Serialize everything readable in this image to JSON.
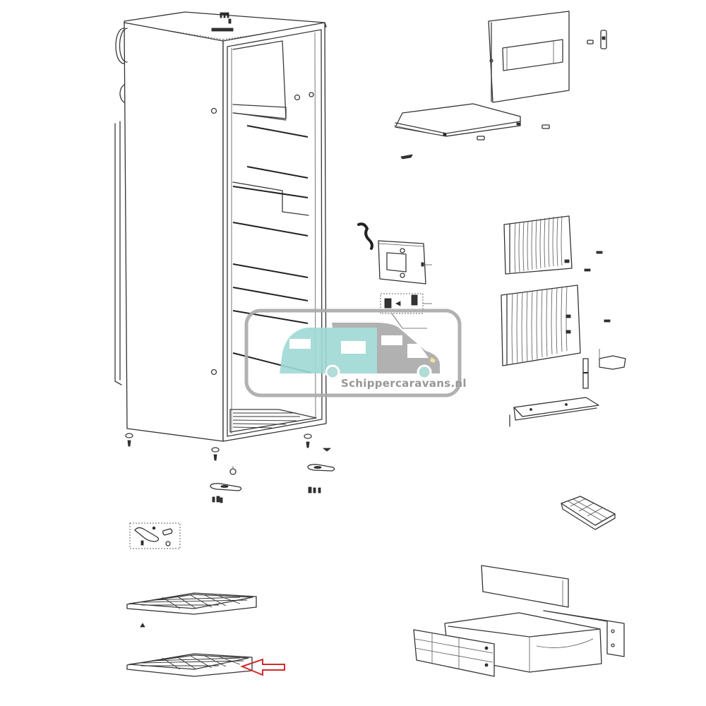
{
  "diagram": {
    "title": "Refrigerator exploded parts view",
    "colors": {
      "line": "#333333",
      "watermark_grey": "#a9a9a9",
      "watermark_teal": "#9fd9d4",
      "watermark_headlight": "#f3e08a",
      "highlight_arrow": "#d12b2b",
      "background": "#ffffff"
    },
    "parts": [
      {
        "id": "cabinet",
        "label": "Refrigerator cabinet (open front)"
      },
      {
        "id": "freezer-door",
        "label": "Freezer compartment door"
      },
      {
        "id": "freezer-tray",
        "label": "Freezer drip tray"
      },
      {
        "id": "door-hinge-clip",
        "label": "Hinge clip"
      },
      {
        "id": "control-box",
        "label": "Control / thermostat housing"
      },
      {
        "id": "switch-kit",
        "label": "Switch kit (dashed group)"
      },
      {
        "id": "vent-grille-upper",
        "label": "Upper ventilation grille"
      },
      {
        "id": "vent-grille-lower",
        "label": "Lower ventilation grille"
      },
      {
        "id": "mounting-bracket",
        "label": "Mounting bracket"
      },
      {
        "id": "bottom-rail",
        "label": "Bottom rail"
      },
      {
        "id": "feet-screws",
        "label": "Feet and screws"
      },
      {
        "id": "hinge-plates",
        "label": "Hinge plates"
      },
      {
        "id": "hinge-kit",
        "label": "Hinge kit (dashed group)"
      },
      {
        "id": "shelf-upper",
        "label": "Wire shelf"
      },
      {
        "id": "shelf-lower",
        "label": "Wire shelf (highlighted)"
      },
      {
        "id": "ice-tray",
        "label": "Ice cube tray"
      },
      {
        "id": "crisper-divider",
        "label": "Crisper divider"
      },
      {
        "id": "crisper-drawer",
        "label": "Crisper drawer"
      }
    ],
    "highlight": {
      "target": "shelf-lower",
      "direction": "left"
    }
  },
  "watermark": {
    "text": "Schippercaravans.nl",
    "icon": "camper-van-icon"
  }
}
